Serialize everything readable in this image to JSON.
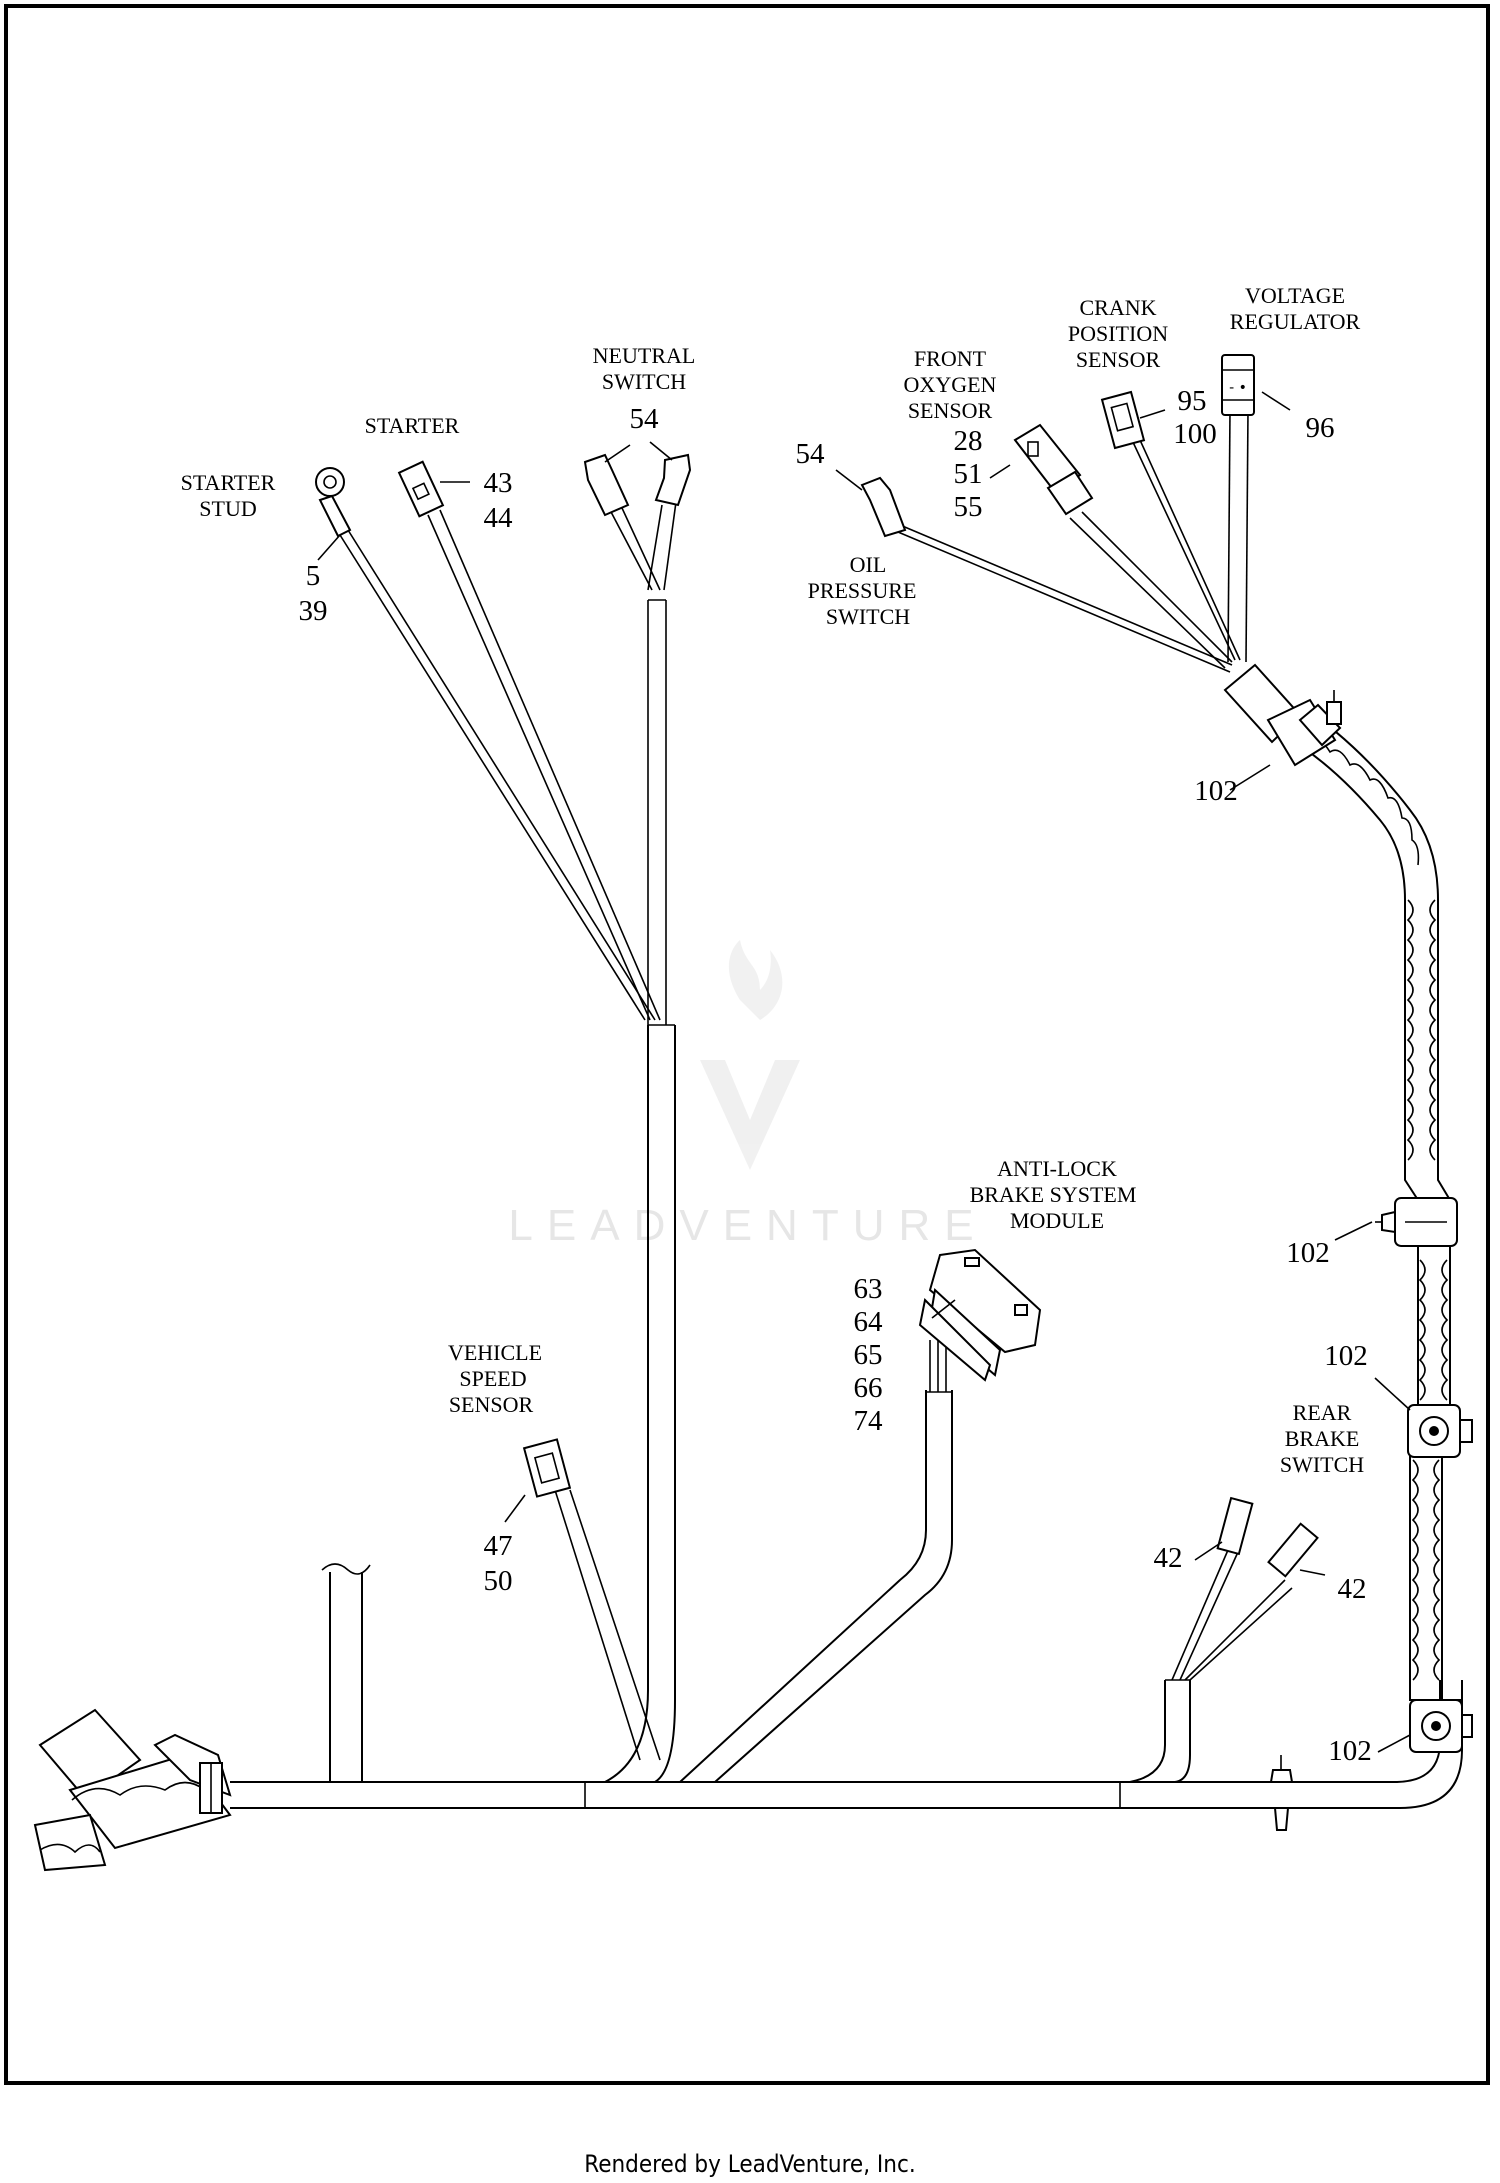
{
  "diagram": {
    "labels": {
      "starter_stud": [
        "STARTER",
        "STUD"
      ],
      "starter": [
        "STARTER"
      ],
      "neutral_switch": [
        "NEUTRAL",
        "SWITCH"
      ],
      "front_oxygen_sensor": [
        "FRONT",
        "OXYGEN",
        "SENSOR"
      ],
      "crank_position_sensor": [
        "CRANK",
        "POSITION",
        "SENSOR"
      ],
      "voltage_regulator": [
        "VOLTAGE",
        "REGULATOR"
      ],
      "oil_pressure_switch": [
        "OIL",
        "PRESSURE",
        "SWITCH"
      ],
      "abs_module": [
        "ANTI-LOCK",
        "BRAKE SYSTEM",
        "MODULE"
      ],
      "vehicle_speed_sensor": [
        "VEHICLE",
        "SPEED",
        "SENSOR"
      ],
      "rear_brake_switch": [
        "REAR",
        "BRAKE",
        "SWITCH"
      ]
    },
    "callouts": {
      "starter_stud": [
        "5",
        "39"
      ],
      "starter": [
        "43",
        "44"
      ],
      "neutral_switch": [
        "54"
      ],
      "oil_pressure_switch": [
        "54"
      ],
      "front_oxygen_sensor": [
        "28",
        "51",
        "55"
      ],
      "crank_position_sensor": [
        "95",
        "100"
      ],
      "voltage_regulator": [
        "96"
      ],
      "clip_upper": [
        "102"
      ],
      "clip_mid": [
        "102"
      ],
      "clip_rear_brake": [
        "102"
      ],
      "clip_lower": [
        "102"
      ],
      "abs_module": [
        "63",
        "64",
        "65",
        "66",
        "74"
      ],
      "vehicle_speed_sensor": [
        "47",
        "50"
      ],
      "rear_brake_left": [
        "42"
      ],
      "rear_brake_right": [
        "42"
      ]
    },
    "watermark": "LEADVENTURE"
  },
  "footer": "Rendered by LeadVenture, Inc."
}
